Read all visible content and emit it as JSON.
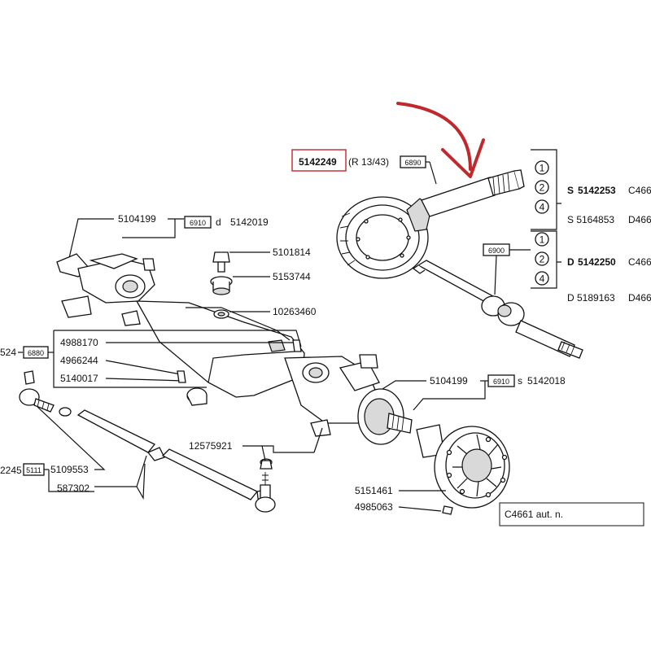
{
  "highlight_color": "#c0282c",
  "header": {
    "part_number": "5142249",
    "ratio": "(R 13/43)",
    "group_code": "6890"
  },
  "right_table": {
    "s_group": {
      "options": [
        "1",
        "2",
        "4"
      ],
      "prefix": "S",
      "part": "5142253",
      "model": "C466",
      "alt_part": "S 5164853",
      "alt_model": "D466"
    },
    "d_group": {
      "box": "6900",
      "options": [
        "1",
        "2",
        "4"
      ],
      "prefix": "D",
      "part": "5142250",
      "model": "C466",
      "alt_part": "D 5189163",
      "alt_model": "D466"
    }
  },
  "callouts": {
    "left_hub": {
      "part": "5104199",
      "box": "6910",
      "suffix": "d",
      "alt": "5142019"
    },
    "right_hub": {
      "part": "5104199",
      "box": "6910",
      "suffix": "s",
      "alt": "5142018"
    },
    "p5101814": "5101814",
    "p5153744": "5153744",
    "p10263460": "10263460",
    "p4988170": "4988170",
    "p4966244": "4966244",
    "p5140017": "5140017",
    "left_cut_code": "524",
    "left_box": "6880",
    "p12575921": "12575921",
    "left_cut_code2": "2245",
    "left_box2": "5111",
    "p5109553": "5109553",
    "p587302": "587302",
    "p5151461": "5151461",
    "p4985063": "4985063"
  },
  "footnote": "C4661 aut. n."
}
